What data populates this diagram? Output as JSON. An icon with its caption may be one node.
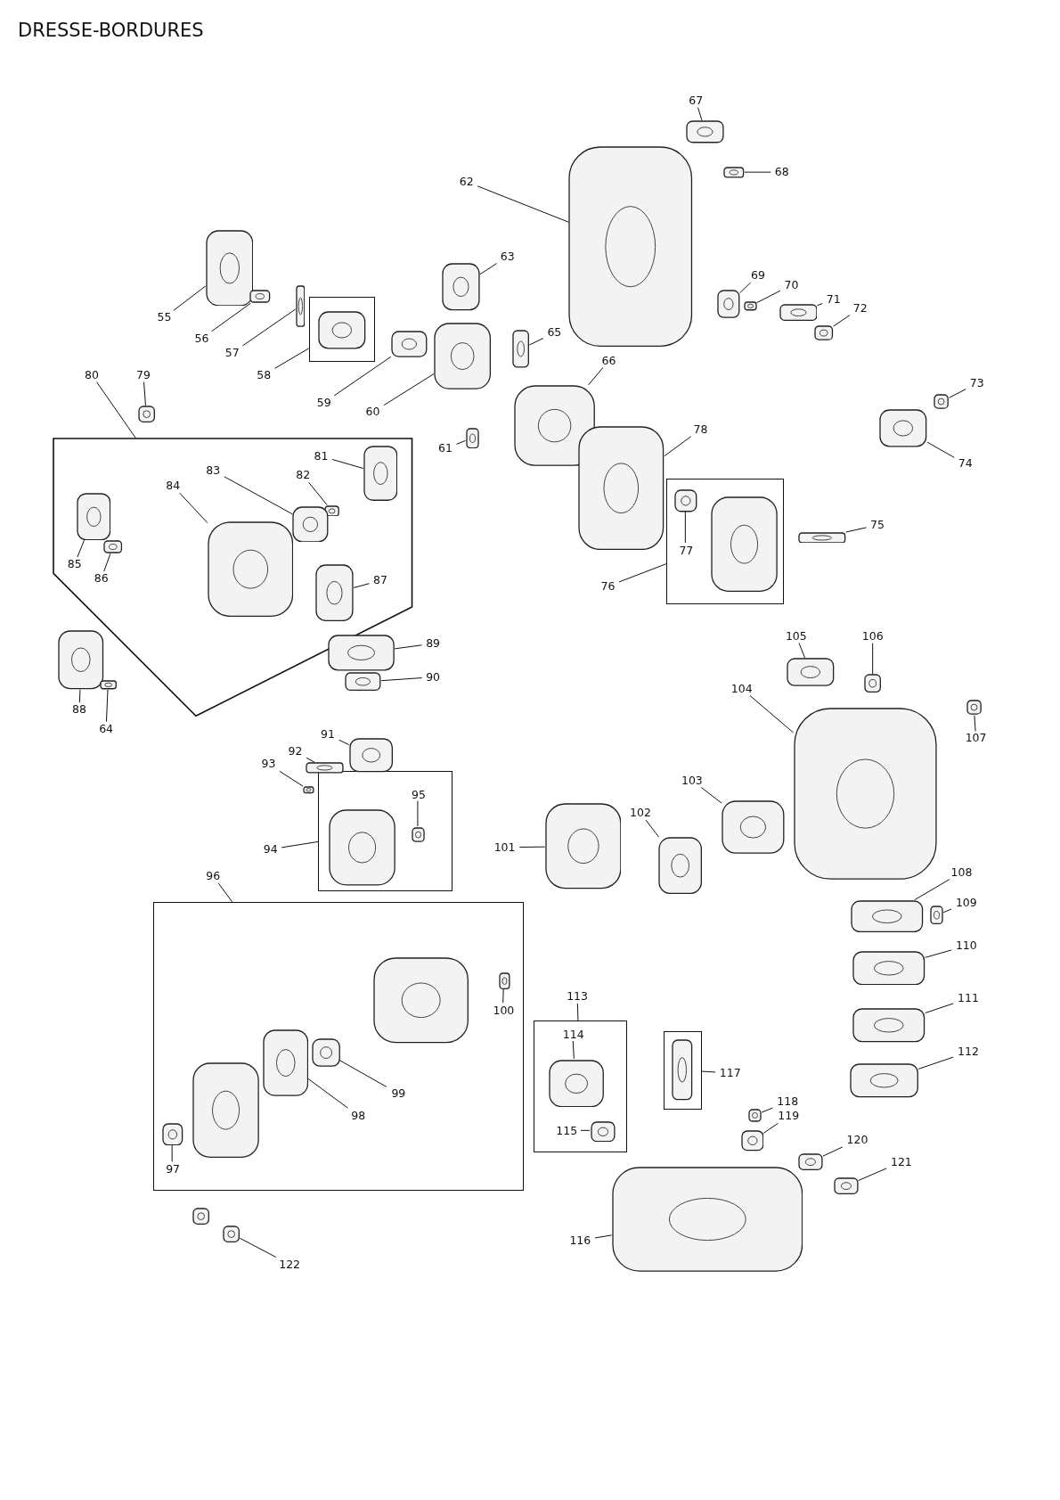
{
  "diagram": {
    "title": "DRESSE-BORDURES",
    "nodes": [
      {
        "text": [
          "55"
        ]
      },
      {
        "text": [],
        "shape": "picture"
      },
      {
        "text": [
          "56"
        ]
      },
      {
        "text": [],
        "shape": "picture"
      },
      {
        "text": [
          "57"
        ]
      },
      {
        "text": [],
        "shape": "picture"
      },
      {
        "text": [
          "58"
        ]
      },
      {
        "text": [],
        "shape": "box"
      },
      {
        "text": [],
        "shape": "picture",
        "in": 7
      },
      {
        "text": [
          "59"
        ]
      },
      {
        "text": [],
        "shape": "picture"
      },
      {
        "text": [
          "60"
        ]
      },
      {
        "text": [],
        "shape": "picture"
      },
      {
        "text": [
          "61"
        ]
      },
      {
        "text": [],
        "shape": "picture"
      },
      {
        "text": [
          "62"
        ]
      },
      {
        "text": [],
        "shape": "picture"
      },
      {
        "text": [
          "63"
        ]
      },
      {
        "text": [],
        "shape": "picture"
      },
      {
        "text": [
          "65"
        ]
      },
      {
        "text": [],
        "shape": "picture"
      },
      {
        "text": [
          "66"
        ]
      },
      {
        "text": [],
        "shape": "picture"
      },
      {
        "text": [
          "67"
        ]
      },
      {
        "text": [],
        "shape": "picture"
      },
      {
        "text": [
          "68"
        ]
      },
      {
        "text": [],
        "shape": "picture"
      },
      {
        "text": [
          "69"
        ]
      },
      {
        "text": [],
        "shape": "picture"
      },
      {
        "text": [
          "70"
        ]
      },
      {
        "text": [],
        "shape": "picture"
      },
      {
        "text": [
          "71"
        ]
      },
      {
        "text": [],
        "shape": "picture"
      },
      {
        "text": [
          "72"
        ]
      },
      {
        "text": [],
        "shape": "picture"
      },
      {
        "text": [
          "73"
        ]
      },
      {
        "text": [],
        "shape": "picture"
      },
      {
        "text": [
          "74"
        ]
      },
      {
        "text": [],
        "shape": "picture"
      },
      {
        "text": [
          "75"
        ]
      },
      {
        "text": [],
        "shape": "picture"
      },
      {
        "text": [
          "76"
        ]
      },
      {
        "text": [],
        "shape": "box"
      },
      {
        "text": [
          "77"
        ],
        "in": 42
      },
      {
        "text": [],
        "shape": "picture",
        "in": 42
      },
      {
        "text": [],
        "shape": "picture",
        "in": 42
      },
      {
        "text": [
          "78"
        ]
      },
      {
        "text": [],
        "shape": "picture"
      },
      {
        "text": [
          "79"
        ]
      },
      {
        "text": [],
        "shape": "picture"
      },
      {
        "text": [
          "80"
        ]
      },
      {
        "text": [],
        "shape": "box"
      },
      {
        "text": [
          "81"
        ],
        "in": 51
      },
      {
        "text": [],
        "shape": "picture",
        "in": 51
      },
      {
        "text": [
          "82"
        ],
        "in": 51
      },
      {
        "text": [],
        "shape": "picture",
        "in": 51
      },
      {
        "text": [
          "83"
        ],
        "in": 51
      },
      {
        "text": [],
        "shape": "picture",
        "in": 51
      },
      {
        "text": [
          "84"
        ],
        "in": 51
      },
      {
        "text": [],
        "shape": "picture",
        "in": 51
      },
      {
        "text": [
          "85"
        ],
        "in": 51
      },
      {
        "text": [],
        "shape": "picture",
        "in": 51
      },
      {
        "text": [
          "86"
        ],
        "in": 51
      },
      {
        "text": [],
        "shape": "picture",
        "in": 51
      },
      {
        "text": [
          "87"
        ],
        "in": 51
      },
      {
        "text": [],
        "shape": "picture",
        "in": 51
      },
      {
        "text": [
          "88"
        ]
      },
      {
        "text": [],
        "shape": "picture"
      },
      {
        "text": [
          "64"
        ]
      },
      {
        "text": [],
        "shape": "picture"
      },
      {
        "text": [
          "89"
        ]
      },
      {
        "text": [],
        "shape": "picture"
      },
      {
        "text": [
          "90"
        ]
      },
      {
        "text": [],
        "shape": "picture"
      },
      {
        "text": [
          "91"
        ]
      },
      {
        "text": [],
        "shape": "picture"
      },
      {
        "text": [
          "92"
        ]
      },
      {
        "text": [],
        "shape": "picture"
      },
      {
        "text": [
          "93"
        ]
      },
      {
        "text": [],
        "shape": "picture"
      },
      {
        "text": [
          "94"
        ]
      },
      {
        "text": [],
        "shape": "box"
      },
      {
        "text": [
          "95"
        ],
        "in": 81
      },
      {
        "text": [],
        "shape": "picture",
        "in": 81
      },
      {
        "text": [],
        "shape": "picture",
        "in": 81
      },
      {
        "text": [
          "96"
        ]
      },
      {
        "text": [],
        "shape": "box"
      },
      {
        "text": [],
        "shape": "picture",
        "in": 86
      },
      {
        "text": [
          "97"
        ],
        "in": 86
      },
      {
        "text": [],
        "shape": "picture",
        "in": 86
      },
      {
        "text": [
          "98"
        ],
        "in": 86
      },
      {
        "text": [],
        "shape": "picture",
        "in": 86
      },
      {
        "text": [
          "99"
        ],
        "in": 86
      },
      {
        "text": [],
        "shape": "picture",
        "in": 86
      },
      {
        "text": [
          "100"
        ],
        "in": 86
      },
      {
        "text": [],
        "shape": "picture",
        "in": 86
      },
      {
        "text": [],
        "shape": "picture",
        "in": 86
      },
      {
        "text": [
          "122"
        ]
      },
      {
        "text": [],
        "shape": "picture"
      },
      {
        "text": [],
        "shape": "picture"
      },
      {
        "text": [
          "101"
        ]
      },
      {
        "text": [],
        "shape": "picture"
      },
      {
        "text": [
          "102"
        ]
      },
      {
        "text": [],
        "shape": "picture"
      },
      {
        "text": [
          "103"
        ]
      },
      {
        "text": [],
        "shape": "picture"
      },
      {
        "text": [
          "104"
        ]
      },
      {
        "text": [],
        "shape": "picture"
      },
      {
        "text": [
          "105"
        ]
      },
      {
        "text": [],
        "shape": "picture"
      },
      {
        "text": [
          "106"
        ]
      },
      {
        "text": [],
        "shape": "picture"
      },
      {
        "text": [
          "107"
        ]
      },
      {
        "text": [],
        "shape": "picture"
      },
      {
        "text": [
          "108"
        ]
      },
      {
        "text": [],
        "shape": "picture"
      },
      {
        "text": [
          "109"
        ]
      },
      {
        "text": [],
        "shape": "picture"
      },
      {
        "text": [
          "110"
        ]
      },
      {
        "text": [],
        "shape": "picture"
      },
      {
        "text": [
          "111"
        ]
      },
      {
        "text": [],
        "shape": "picture"
      },
      {
        "text": [
          "112"
        ]
      },
      {
        "text": [],
        "shape": "picture"
      },
      {
        "text": [
          "113"
        ]
      },
      {
        "text": [],
        "shape": "box"
      },
      {
        "text": [
          "114"
        ],
        "in": 125
      },
      {
        "text": [],
        "shape": "picture",
        "in": 125
      },
      {
        "text": [
          "115"
        ],
        "in": 125
      },
      {
        "text": [],
        "shape": "picture",
        "in": 125
      },
      {
        "text": [
          "116"
        ]
      },
      {
        "text": [],
        "shape": "picture"
      },
      {
        "text": [
          "117"
        ]
      },
      {
        "text": [],
        "shape": "box"
      },
      {
        "text": [],
        "shape": "picture",
        "in": 133
      },
      {
        "text": [
          "118"
        ]
      },
      {
        "text": [],
        "shape": "picture"
      },
      {
        "text": [
          "119"
        ]
      },
      {
        "text": [],
        "shape": "picture"
      },
      {
        "text": [
          "120"
        ]
      },
      {
        "text": [],
        "shape": "picture"
      },
      {
        "text": [
          "121"
        ]
      },
      {
        "text": [],
        "shape": "picture"
      }
    ],
    "edges": [
      {
        "from": 0,
        "to": 1,
        "arrow": "none"
      },
      {
        "from": 2,
        "to": 3,
        "arrow": "none"
      },
      {
        "from": 4,
        "to": 5,
        "arrow": "none"
      },
      {
        "from": 6,
        "to": 7,
        "arrow": "none"
      },
      {
        "from": 9,
        "to": 10,
        "arrow": "none"
      },
      {
        "from": 11,
        "to": 12,
        "arrow": "none"
      },
      {
        "from": 13,
        "to": 14,
        "arrow": "none"
      },
      {
        "from": 15,
        "to": 16,
        "arrow": "none"
      },
      {
        "from": 17,
        "to": 18,
        "arrow": "none"
      },
      {
        "from": 19,
        "to": 20,
        "arrow": "none"
      },
      {
        "from": 21,
        "to": 22,
        "arrow": "none"
      },
      {
        "from": 23,
        "to": 24,
        "arrow": "none"
      },
      {
        "from": 25,
        "to": 26,
        "arrow": "none"
      },
      {
        "from": 27,
        "to": 28,
        "arrow": "none"
      },
      {
        "from": 29,
        "to": 30,
        "arrow": "none"
      },
      {
        "from": 31,
        "to": 32,
        "arrow": "none"
      },
      {
        "from": 33,
        "to": 34,
        "arrow": "none"
      },
      {
        "from": 35,
        "to": 36,
        "arrow": "none"
      },
      {
        "from": 37,
        "to": 38,
        "arrow": "none"
      },
      {
        "from": 39,
        "to": 40,
        "arrow": "none"
      },
      {
        "from": 41,
        "to": 42,
        "arrow": "none"
      },
      {
        "from": 43,
        "to": 44,
        "arrow": "none"
      },
      {
        "from": 46,
        "to": 47,
        "arrow": "none"
      },
      {
        "from": 48,
        "to": 49,
        "arrow": "none"
      },
      {
        "from": 50,
        "to": 51,
        "arrow": "none"
      },
      {
        "from": 52,
        "to": 53,
        "arrow": "none"
      },
      {
        "from": 54,
        "to": 55,
        "arrow": "none"
      },
      {
        "from": 56,
        "to": 57,
        "arrow": "none"
      },
      {
        "from": 58,
        "to": 59,
        "arrow": "none"
      },
      {
        "from": 60,
        "to": 61,
        "arrow": "none"
      },
      {
        "from": 62,
        "to": 63,
        "arrow": "none"
      },
      {
        "from": 64,
        "to": 65,
        "arrow": "none"
      },
      {
        "from": 66,
        "to": 67,
        "arrow": "none"
      },
      {
        "from": 68,
        "to": 69,
        "arrow": "none"
      },
      {
        "from": 70,
        "to": 71,
        "arrow": "none"
      },
      {
        "from": 72,
        "to": 73,
        "arrow": "none"
      },
      {
        "from": 74,
        "to": 75,
        "arrow": "none"
      },
      {
        "from": 76,
        "to": 77,
        "arrow": "none"
      },
      {
        "from": 78,
        "to": 79,
        "arrow": "none"
      },
      {
        "from": 80,
        "to": 81,
        "arrow": "none"
      },
      {
        "from": 82,
        "to": 84,
        "arrow": "none"
      },
      {
        "from": 85,
        "to": 86,
        "arrow": "none"
      },
      {
        "from": 88,
        "to": 89,
        "arrow": "none"
      },
      {
        "from": 90,
        "to": 91,
        "arrow": "none"
      },
      {
        "from": 92,
        "to": 93,
        "arrow": "none"
      },
      {
        "from": 94,
        "to": 95,
        "arrow": "none"
      },
      {
        "from": 97,
        "to": 98,
        "arrow": "none"
      },
      {
        "from": 100,
        "to": 101,
        "arrow": "none"
      },
      {
        "from": 102,
        "to": 103,
        "arrow": "none"
      },
      {
        "from": 104,
        "to": 105,
        "arrow": "none"
      },
      {
        "from": 106,
        "to": 107,
        "arrow": "none"
      },
      {
        "from": 108,
        "to": 109,
        "arrow": "none"
      },
      {
        "from": 110,
        "to": 111,
        "arrow": "none"
      },
      {
        "from": 112,
        "to": 113,
        "arrow": "none"
      },
      {
        "from": 114,
        "to": 115,
        "arrow": "none"
      },
      {
        "from": 116,
        "to": 117,
        "arrow": "none"
      },
      {
        "from": 118,
        "to": 119,
        "arrow": "none"
      },
      {
        "from": 120,
        "to": 121,
        "arrow": "none"
      },
      {
        "from": 122,
        "to": 123,
        "arrow": "none"
      },
      {
        "from": 124,
        "to": 125,
        "arrow": "none"
      },
      {
        "from": 126,
        "to": 127,
        "arrow": "none"
      },
      {
        "from": 128,
        "to": 129,
        "arrow": "none"
      },
      {
        "from": 130,
        "to": 131,
        "arrow": "none"
      },
      {
        "from": 132,
        "to": 133,
        "arrow": "none"
      },
      {
        "from": 135,
        "to": 136,
        "arrow": "none"
      },
      {
        "from": 137,
        "to": 138,
        "arrow": "none"
      },
      {
        "from": 139,
        "to": 140,
        "arrow": "none"
      },
      {
        "from": 141,
        "to": 142,
        "arrow": "none"
      }
    ]
  }
}
